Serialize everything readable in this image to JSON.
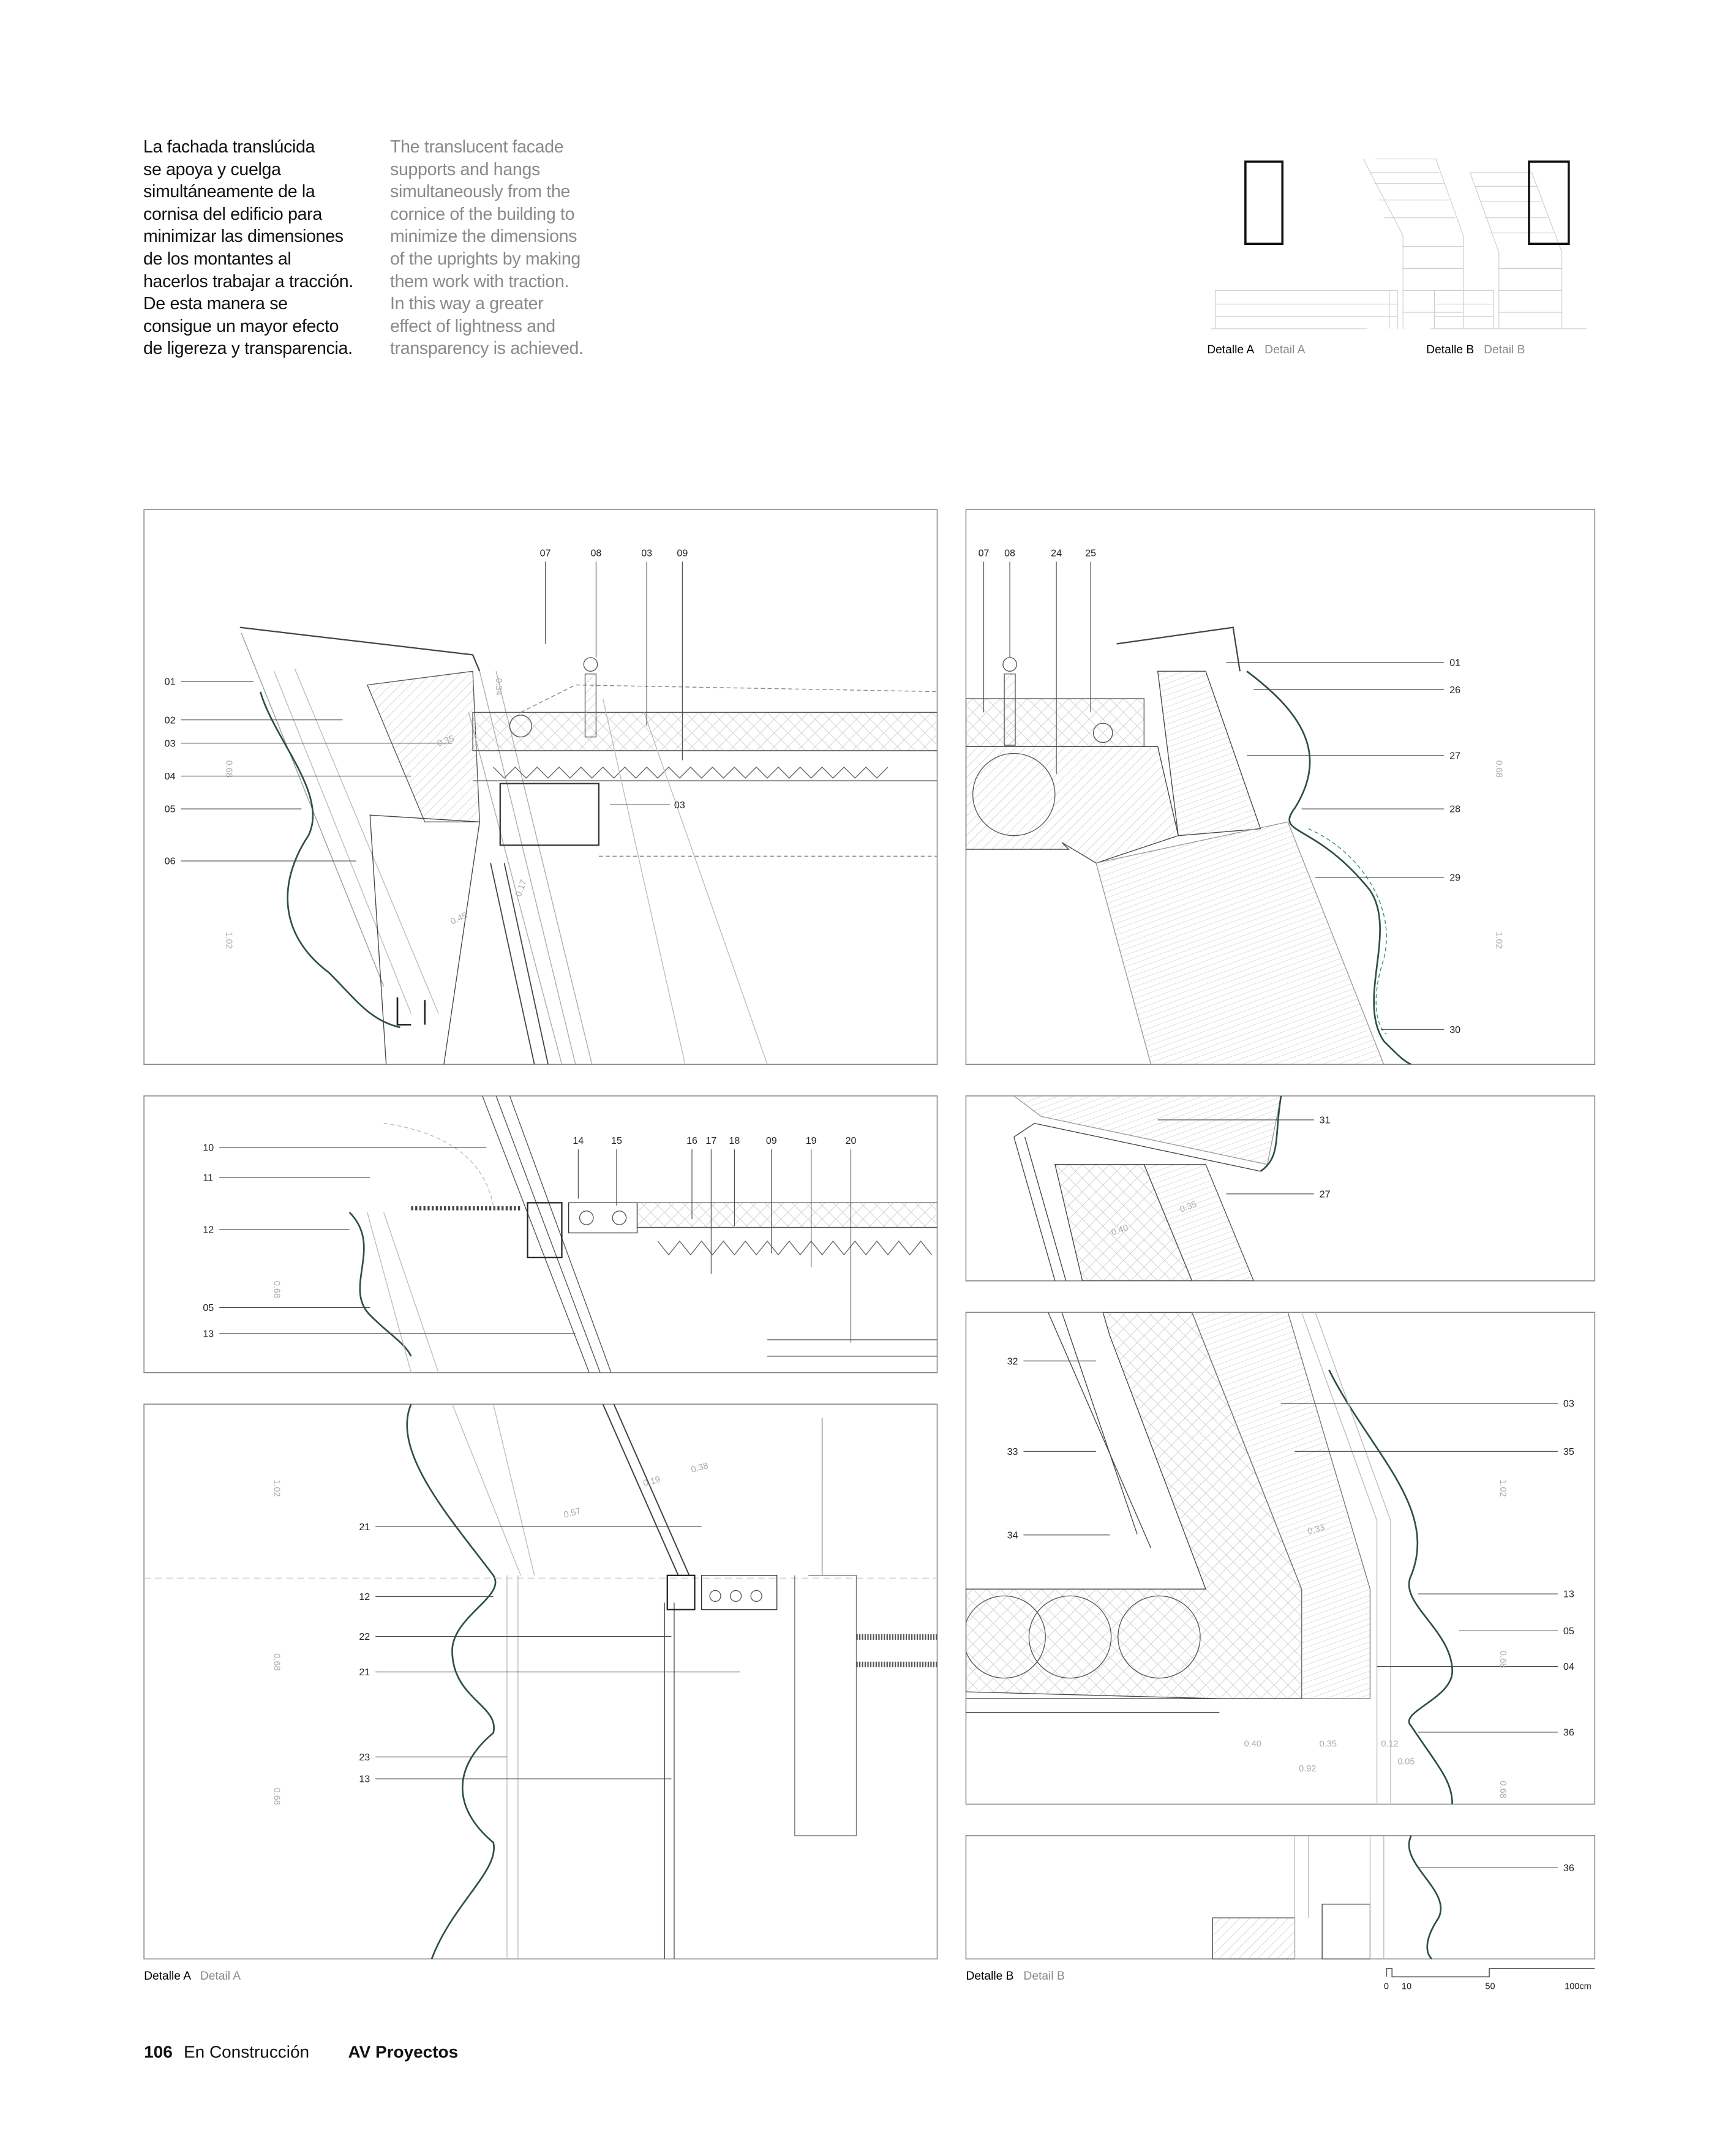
{
  "intro": {
    "es": [
      "La fachada translúcida",
      "se apoya y cuelga",
      "simultáneamente de la",
      "cornisa del edificio para",
      "minimizar las dimensiones",
      "de los montantes al",
      "hacerlos trabajar a tracción.",
      "De esta manera se",
      "consigue un mayor efecto",
      "de ligereza y transparencia."
    ],
    "en": [
      "The translucent facade",
      "supports and hangs",
      "simultaneously from the",
      "cornice of the building to",
      "minimize the dimensions",
      "of the uprights by making",
      "them work with traction.",
      "In this way a greater",
      "effect of lightness and",
      "transparency is achieved."
    ]
  },
  "key_plans": [
    {
      "label_es": "Detalle A",
      "label_en": "Detail A"
    },
    {
      "label_es": "Detalle B",
      "label_en": "Detail B"
    }
  ],
  "panels": {
    "a1": [
      "07",
      "08",
      "03",
      "09",
      "01",
      "02",
      "03",
      "04",
      "05",
      "06",
      "03"
    ],
    "a2": [
      "10",
      "11",
      "12",
      "05",
      "13",
      "14",
      "15",
      "16",
      "17",
      "18",
      "09",
      "19",
      "20"
    ],
    "a3": [
      "21",
      "12",
      "22",
      "21",
      "23",
      "13"
    ],
    "b1": [
      "07",
      "08",
      "24",
      "25",
      "01",
      "26",
      "27",
      "28",
      "29",
      "30"
    ],
    "b2": [
      "31",
      "27"
    ],
    "b3": [
      "32",
      "33",
      "34",
      "03",
      "35",
      "13",
      "05",
      "04",
      "36"
    ],
    "b4": [
      "36"
    ]
  },
  "dimensions": {
    "a1": [
      "0.68",
      "1.02",
      "0.45",
      "0.35",
      "0.34",
      "0.17"
    ],
    "a2": [
      "0.68"
    ],
    "a3": [
      "1.02",
      "0.68",
      "0.68",
      "0.57",
      "0.19",
      "0.38"
    ],
    "b1": [
      "0.68",
      "1.02"
    ],
    "b2": [
      "0.35",
      "0.40"
    ],
    "b3": [
      "1.02",
      "0.68",
      "0.68",
      "0.40",
      "0.35",
      "0.12",
      "0.05",
      "0.92",
      "0.33"
    ]
  },
  "captions": {
    "a": {
      "es": "Detalle A",
      "en": "Detail A"
    },
    "b": {
      "es": "Detalle B",
      "en": "Detail B"
    }
  },
  "scale_bar": [
    "0",
    "10",
    "50",
    "100cm"
  ],
  "footer": {
    "page": "106",
    "section": "En Construcción",
    "magazine": "AV Proyectos"
  },
  "colors": {
    "facade": "#2d4f48",
    "glass": "#2e8a86",
    "line": "#555555"
  }
}
